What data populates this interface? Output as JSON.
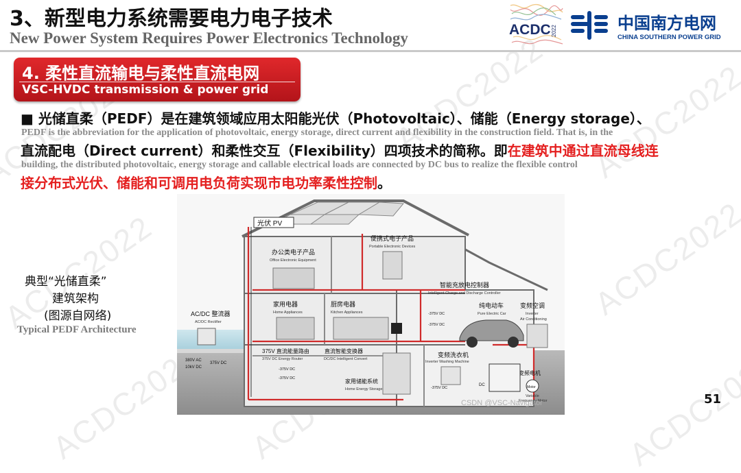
{
  "header": {
    "title_cn": "3、新型电力系统需要电力电子技术",
    "title_en": "New Power System Requires Power Electronics Technology",
    "acdc_logo_text": "ACDC",
    "acdc_logo_year": "2022",
    "csg_name_cn": "中国南方电网",
    "csg_name_en": "CHINA SOUTHERN POWER GRID"
  },
  "section": {
    "title": "4. 柔性直流输电与柔性直流电网",
    "subtitle": "VSC-HVDC transmission & power grid"
  },
  "body": {
    "bullet": "■",
    "line1": "光储直柔（PEDF）是在建筑领域应用太阳能光伏（Photovoltaic）、储能（Energy storage）、",
    "line1_en": "PEDF is the abbreviation for the application of photovoltaic, energy storage, direct current and flexibility in the construction field. That is, in the",
    "line2_black": "直流配电（Direct current）和柔性交互（Flexibility）四项技术的简称。即",
    "line2_red": "在建筑中通过直流母线连",
    "line2_en": "building, the distributed photovoltaic, energy storage and callable electrical loads are connected by DC bus to realize the flexible control",
    "line3_red": "接分布式光伏、储能和可调用电负荷实现市电功率柔性控制",
    "line3_end": "。"
  },
  "caption": {
    "line1": "典型“光储直柔”",
    "line2": "建筑架构",
    "line3": "(图源自网络)",
    "en": "Typical PEDF Architecture"
  },
  "diagram": {
    "pv": "光伏 PV",
    "portable_cn": "便携式电子产品",
    "portable_en": "Portable Electronic Devices",
    "office_cn": "办公类电子产品",
    "office_en": "Office Electronic Equipment",
    "controller_cn": "智能充放电控制器",
    "controller_en": "Intelligent Charge and Discharge Controller",
    "home_cn": "家用电器",
    "home_en": "Home Appliances",
    "kitchen_cn": "厨房电器",
    "kitchen_en": "Kitchen Appliances",
    "ev_cn": "纯电动车",
    "ev_en": "Pure Electric Car",
    "ac_cn": "变频空调",
    "ac_en1": "Inverter",
    "ac_en2": "Air Conditioning",
    "rectifier_cn": "AC/DC 整流器",
    "rectifier_en": "AC/DC Rectifier",
    "router_cn": "375V 直流能量路由",
    "router_en": "375V DC Energy Router",
    "convert_cn": "直流智能变换器",
    "convert_en": "DC/DC Intelligent Convert",
    "washer_cn": "变频洗衣机",
    "washer_en": "Inverter Washing Machine",
    "motor_cn": "变频电机",
    "motor_en1": "Variable",
    "motor_en2": "Frequency Motor",
    "motor_label": "Motor",
    "storage_cn": "家用储能系统",
    "storage_en": "Home Energy Storage",
    "v1": "380V AC",
    "v2": "10kV DC",
    "v3": "375V DC",
    "v4": "-375V DC",
    "v5": "-375V DC",
    "v6": "-375V DC",
    "v7": "-375V DC",
    "v8": "-375V DC",
    "dc": "DC"
  },
  "watermark": "ACDC2022",
  "footer": {
    "credit": "CSDN @VSC-Navigator",
    "page_number": "51"
  },
  "colors": {
    "accent_red": "#e41f1f",
    "section_red": "#c8181d",
    "csg_blue": "#0a3f8f"
  }
}
